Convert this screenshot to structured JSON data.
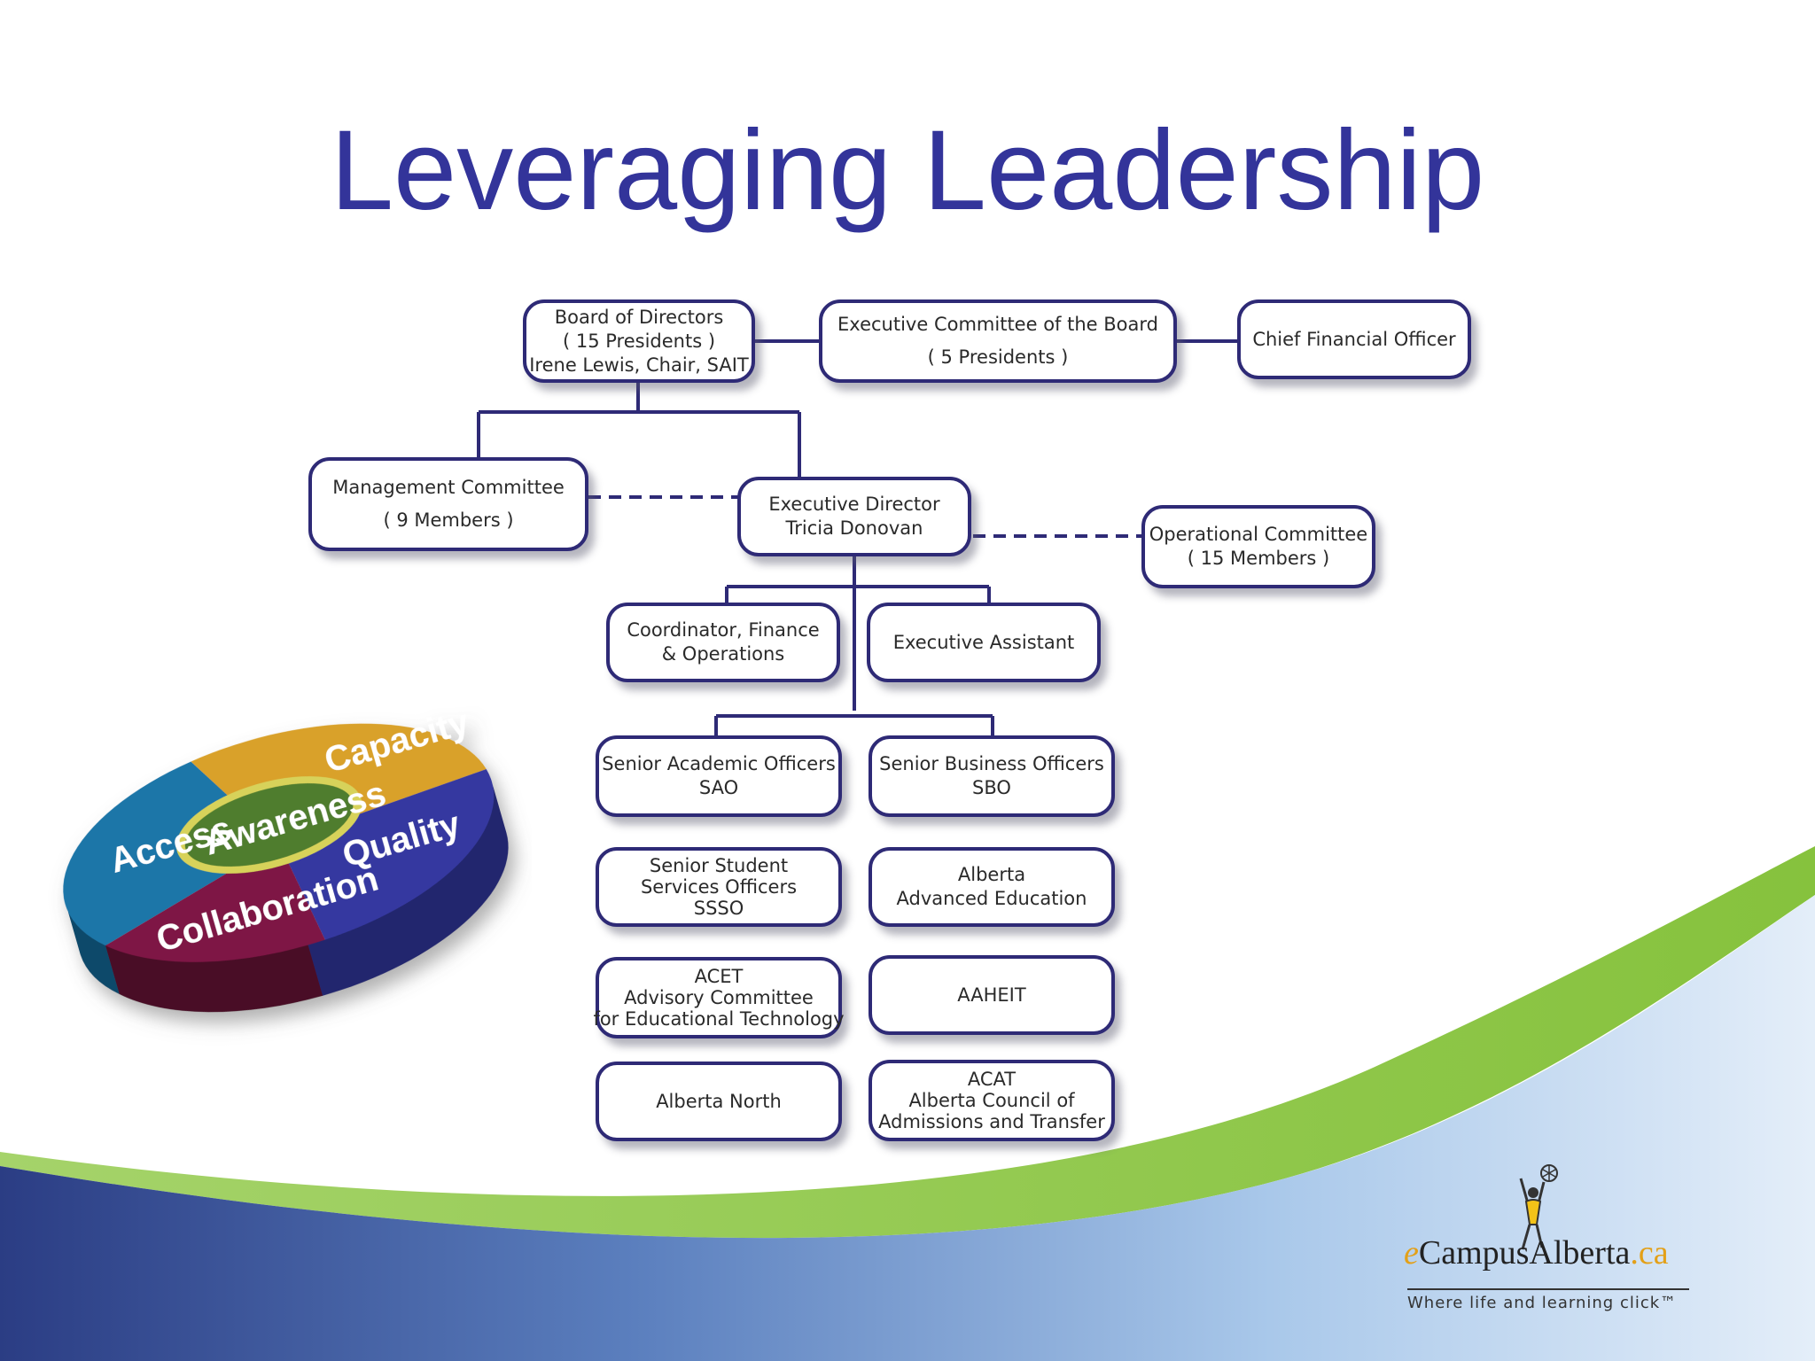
{
  "slide": {
    "title": "Leveraging Leadership"
  },
  "org_chart": {
    "board": {
      "line1": "Board of Directors",
      "line2": "( 15 Presidents )",
      "line3": "Irene Lewis, Chair, SAIT"
    },
    "executive_committee": {
      "line1": "Executive Committee of the Board",
      "line2": "( 5 Presidents )"
    },
    "cfo": {
      "line1": "Chief Financial Officer"
    },
    "management_committee": {
      "line1": "Management Committee",
      "line2": "( 9 Members )"
    },
    "executive_director": {
      "line1": "Executive Director",
      "line2": "Tricia Donovan"
    },
    "operational_committee": {
      "line1": "Operational  Committee",
      "line2": "( 15 Members  )"
    },
    "coordinator": {
      "line1": "Coordinator, Finance",
      "line2": "& Operations"
    },
    "executive_assistant": {
      "line1": "Executive Assistant"
    },
    "sao": {
      "line1": "Senior Academic Officers",
      "line2": "SAO"
    },
    "sbo": {
      "line1": "Senior Business Officers",
      "line2": "SBO"
    },
    "ssso": {
      "line1": "Senior Student",
      "line2": "Services Officers",
      "line3": "SSSO"
    },
    "alberta_advanced_education": {
      "line1": "Alberta",
      "line2": "Advanced Education"
    },
    "acet": {
      "line1": "ACET",
      "line2": "Advisory Committee",
      "line3": "for Educational Technology"
    },
    "aaheit": {
      "line1": "AAHEIT"
    },
    "alberta_north": {
      "line1": "Alberta North"
    },
    "acat": {
      "line1": "ACAT",
      "line2": "Alberta Council of",
      "line3": "Admissions and Transfer"
    }
  },
  "pie_graphic": {
    "segments": [
      "Access",
      "Capacity",
      "Quality",
      "Collaboration"
    ],
    "center": "Awareness",
    "colors": {
      "access": "#1f76a8",
      "capacity": "#d9a12b",
      "quality": "#3639a0",
      "collaboration": "#7e1744",
      "center": "#4f7d2e"
    }
  },
  "logo": {
    "brand_e": "e",
    "brand_main": "CampusAlberta",
    "brand_tld": ".ca",
    "tagline": "Where life and learning click™"
  },
  "colors": {
    "title": "#33349a",
    "box_border": "#2e2a76",
    "green_swoosh": "#8dc63f",
    "blue_band_start": "#2d3f86",
    "blue_band_end": "#d6e6f6"
  }
}
